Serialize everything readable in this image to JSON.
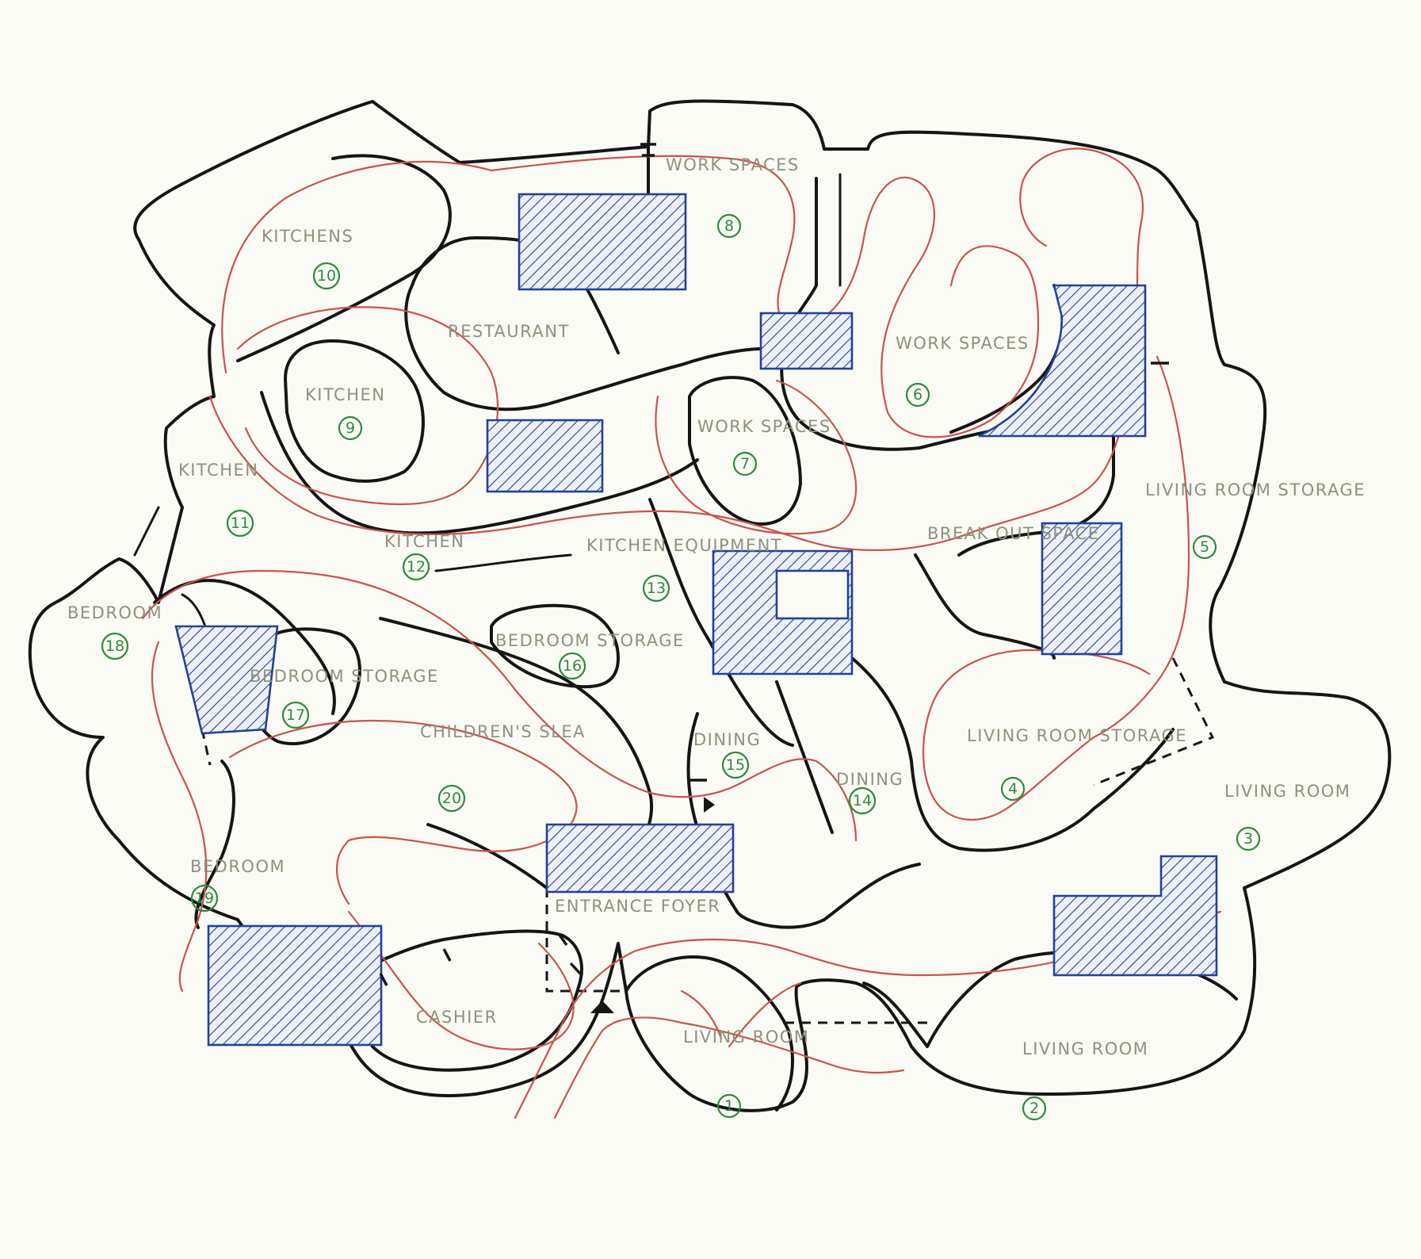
{
  "rooms": [
    {
      "label": "LIVING ROOM",
      "number": "1"
    },
    {
      "label": "LIVING ROOM",
      "number": "2"
    },
    {
      "label": "LIVING ROOM",
      "number": "3"
    },
    {
      "label": "LIVING ROOM STORAGE",
      "number": "4"
    },
    {
      "label": "LIVING ROOM STORAGE",
      "number": "5"
    },
    {
      "label": "WORK SPACES",
      "number": "6"
    },
    {
      "label": "WORK SPACES",
      "number": "7"
    },
    {
      "label": "WORK SPACES",
      "number": "8"
    },
    {
      "label": "KITCHEN",
      "number": "9"
    },
    {
      "label": "KITCHENS",
      "number": "10"
    },
    {
      "label": "KITCHEN",
      "number": "11"
    },
    {
      "label": "KITCHEN",
      "number": "12"
    },
    {
      "label": "KITCHEN EQUIPMENT",
      "number": "13"
    },
    {
      "label": "DINING",
      "number": "14"
    },
    {
      "label": "DINING",
      "number": "15"
    },
    {
      "label": "BEDROOM STORAGE",
      "number": "16"
    },
    {
      "label": "BEDROOM STORAGE",
      "number": "17"
    },
    {
      "label": "BEDROOM",
      "number": "18"
    },
    {
      "label": "BEDROOM",
      "number": "19"
    },
    {
      "label": "CHILDREN'S SLEA",
      "number": "20"
    }
  ],
  "spaces": {
    "restaurant": "RESTAURANT",
    "break_out": "BREAK OUT SPACE",
    "entrance": "ENTRANCE FOYER",
    "cashier": "CASHIER"
  },
  "colors": {
    "walls": "#151515",
    "circulation": "#c9534b",
    "service_blocks": "#23419a",
    "room_numbers": "#2f8a3a",
    "labels": "#8f917b"
  }
}
